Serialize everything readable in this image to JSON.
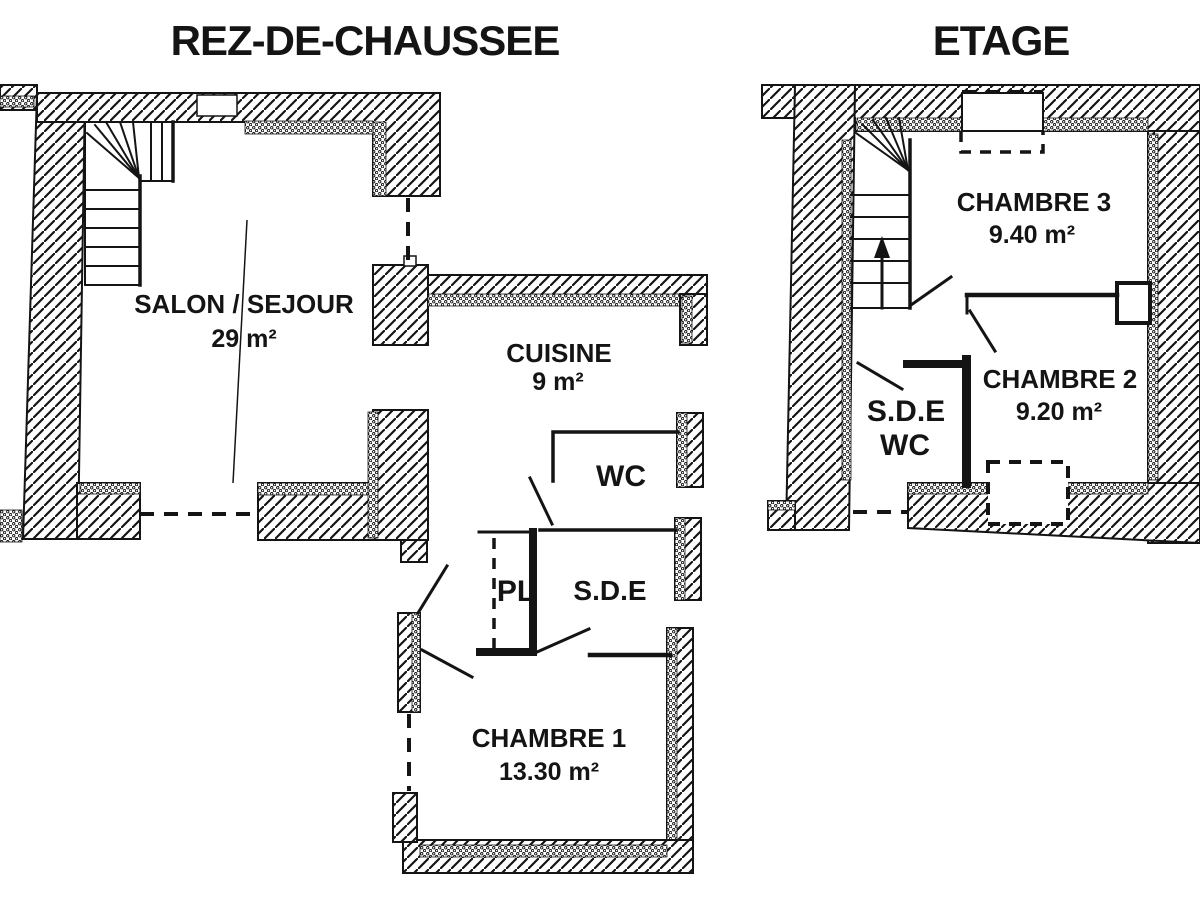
{
  "document": {
    "kind": "architectural-floor-plan"
  },
  "colors": {
    "ink": "#141414",
    "paper": "#ffffff"
  },
  "plans": {
    "ground": {
      "title": "REZ-DE-CHAUSSEE",
      "rooms": {
        "salon": {
          "name": "SALON / SEJOUR",
          "area": "29 m²"
        },
        "cuisine": {
          "name": "CUISINE",
          "area": "9 m²"
        },
        "wc": {
          "name": "WC"
        },
        "pl": {
          "name": "PL"
        },
        "sde": {
          "name": "S.D.E"
        },
        "chambre1": {
          "name": "CHAMBRE 1",
          "area": "13.30 m²"
        }
      }
    },
    "etage": {
      "title": "ETAGE",
      "rooms": {
        "chambre3": {
          "name": "CHAMBRE 3",
          "area": "9.40 m²"
        },
        "chambre2": {
          "name": "CHAMBRE 2",
          "area": "9.20 m²"
        },
        "sdewc": {
          "name": "S.D.E",
          "name2": "WC"
        }
      }
    }
  }
}
